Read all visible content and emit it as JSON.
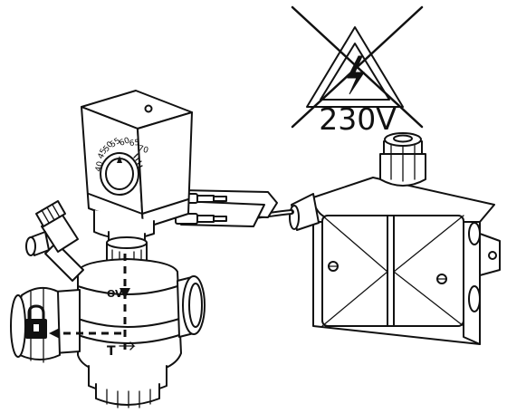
{
  "warning": {
    "voltage_label": "230V",
    "icon": "crossed-out-high-voltage-warning-icon"
  },
  "thermostat": {
    "dial_labels": [
      "40",
      "45",
      "50",
      "55",
      "60",
      "65",
      "70"
    ]
  },
  "valve": {
    "port_label": "OV",
    "outlet_label": "T",
    "lock_icon": "padlock-icon"
  },
  "colors": {
    "line": "#111111",
    "background": "#ffffff"
  }
}
